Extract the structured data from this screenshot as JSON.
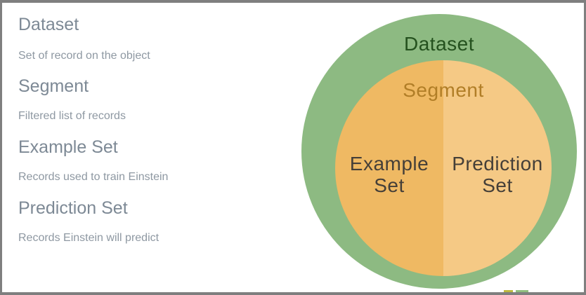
{
  "window": {
    "border_color": "#7f7f7f",
    "background": "#ffffff"
  },
  "definitions": [
    {
      "term": "Dataset",
      "description": "Set of record on the object"
    },
    {
      "term": "Segment",
      "description": "Filtered list of records"
    },
    {
      "term": "Example Set",
      "description": "Records used to train Einstein"
    },
    {
      "term": "Prediction Set",
      "description": "Records Einstein will predict"
    }
  ],
  "diagram": {
    "type": "nested-circles",
    "outer_circle": {
      "label": "Dataset",
      "fill": "#8dba82",
      "label_color": "#24511e"
    },
    "inner_circle": {
      "label": "Segment",
      "label_color": "#b17e27",
      "halves": [
        {
          "label": "Example Set",
          "fill": "#efb963"
        },
        {
          "label": "Prediction Set",
          "fill": "#f5c985"
        }
      ],
      "half_label_color": "#453f38"
    }
  },
  "text_colors": {
    "term_heading": "#7d8995",
    "term_description": "#8e98a2"
  }
}
